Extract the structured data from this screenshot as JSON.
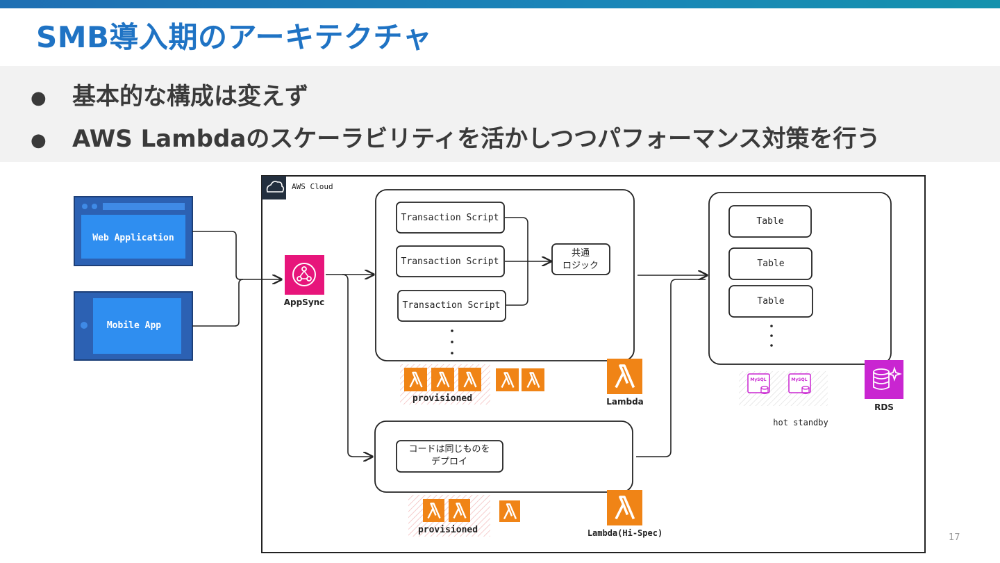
{
  "slide": {
    "title": "SMB導入期のアーキテクチャ",
    "bullets": [
      "基本的な構成は変えず",
      "AWS Lambdaのスケーラビリティを活かしつつパフォーマンス対策を行う"
    ],
    "page_number": "17"
  },
  "diagram": {
    "clients": {
      "web": "Web Application",
      "mobile": "Mobile App"
    },
    "aws_cloud_label": "AWS Cloud",
    "appsync_label": "AppSync",
    "transaction_scripts": [
      "Transaction Script",
      "Transaction Script",
      "Transaction Script"
    ],
    "common_logic": [
      "共通",
      "ロジック"
    ],
    "lambda_label": "Lambda",
    "provisioned_label": "provisioned",
    "hispec_code": [
      "コードは同じものを",
      "デプロイ"
    ],
    "hispec_lambda_label": "Lambda(Hi-Spec)",
    "tables": [
      "Table",
      "Table",
      "Table"
    ],
    "mysql_label": "MySQL",
    "hot_standby_label": "hot standby",
    "rds_label": "RDS",
    "colors": {
      "title_blue": "#1f73c4",
      "client_blue": "#2c61b3",
      "client_inner": "#2f8ef0",
      "lambda_orange": "#f08416",
      "appsync_pink": "#e7157b",
      "rds_purple": "#c925d1"
    }
  }
}
